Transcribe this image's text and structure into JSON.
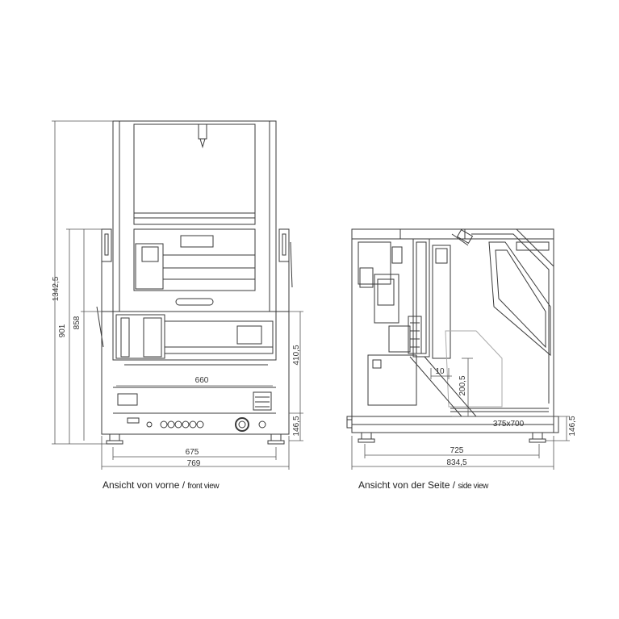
{
  "front_view": {
    "caption_de": "Ansicht von vorne",
    "caption_sep": " / ",
    "caption_en": "front view",
    "dims": {
      "total_height": "1342,5",
      "height_901": "901",
      "height_858": "858",
      "height_410": "410,5",
      "height_146": "146,5",
      "width_inner": "660",
      "width_675": "675",
      "width_769": "769"
    }
  },
  "side_view": {
    "caption_de": "Ansicht von der Seite",
    "caption_sep": " / ",
    "caption_en": "side view",
    "dims": {
      "dim_10": "10",
      "dim_200": "200,5",
      "tray": "375x700",
      "height_146": "146,5",
      "width_725": "725",
      "width_834": "834,5"
    }
  },
  "colors": {
    "line": "#3a3a3a",
    "text": "#333333"
  }
}
